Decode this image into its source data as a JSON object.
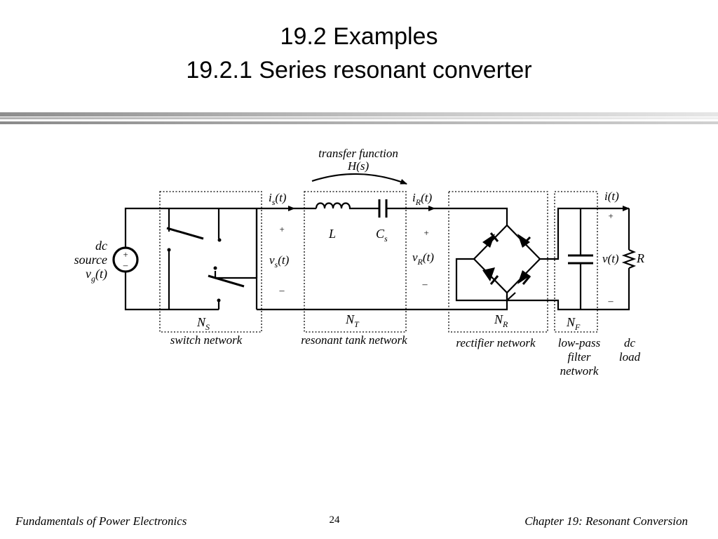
{
  "title": {
    "line1": "19.2  Examples",
    "line2": "19.2.1  Series resonant converter"
  },
  "diagram": {
    "transfer": {
      "line1": "transfer function",
      "line2": "H(s)"
    },
    "source": {
      "line1": "dc",
      "line2": "source",
      "label": "v",
      "sub": "g",
      "arg": "(t)",
      "plus": "+",
      "minus": "–"
    },
    "is": {
      "label": "i",
      "sub": "s",
      "arg": "(t)"
    },
    "vs": {
      "label": "v",
      "sub": "s",
      "arg": "(t)",
      "plus": "+",
      "minus": "–"
    },
    "inductor_label": "L",
    "capacitor": {
      "label": "C",
      "sub": "s"
    },
    "ir": {
      "label": "i",
      "sub": "R",
      "arg": "(t)"
    },
    "vr": {
      "label": "v",
      "sub": "R",
      "arg": "(t)",
      "plus": "+",
      "minus": "–"
    },
    "i_out": "i(t)",
    "v_out": {
      "label": "v(t)",
      "plus": "+",
      "minus": "–"
    },
    "load_label": "R",
    "networks": {
      "switch": {
        "symbol": "N",
        "sub": "S",
        "caption": "switch network"
      },
      "tank": {
        "symbol": "N",
        "sub": "T",
        "caption": "resonant tank network"
      },
      "rectifier": {
        "symbol": "N",
        "sub": "R",
        "caption": "rectifier network"
      },
      "filter": {
        "symbol": "N",
        "sub": "F",
        "caption_line1": "low-pass",
        "caption_line2": "filter",
        "caption_line3": "network"
      },
      "load": {
        "caption_line1": "dc",
        "caption_line2": "load"
      }
    }
  },
  "footer": {
    "left": "Fundamentals of Power Electronics",
    "page": "24",
    "right": "Chapter 19:  Resonant Conversion"
  }
}
